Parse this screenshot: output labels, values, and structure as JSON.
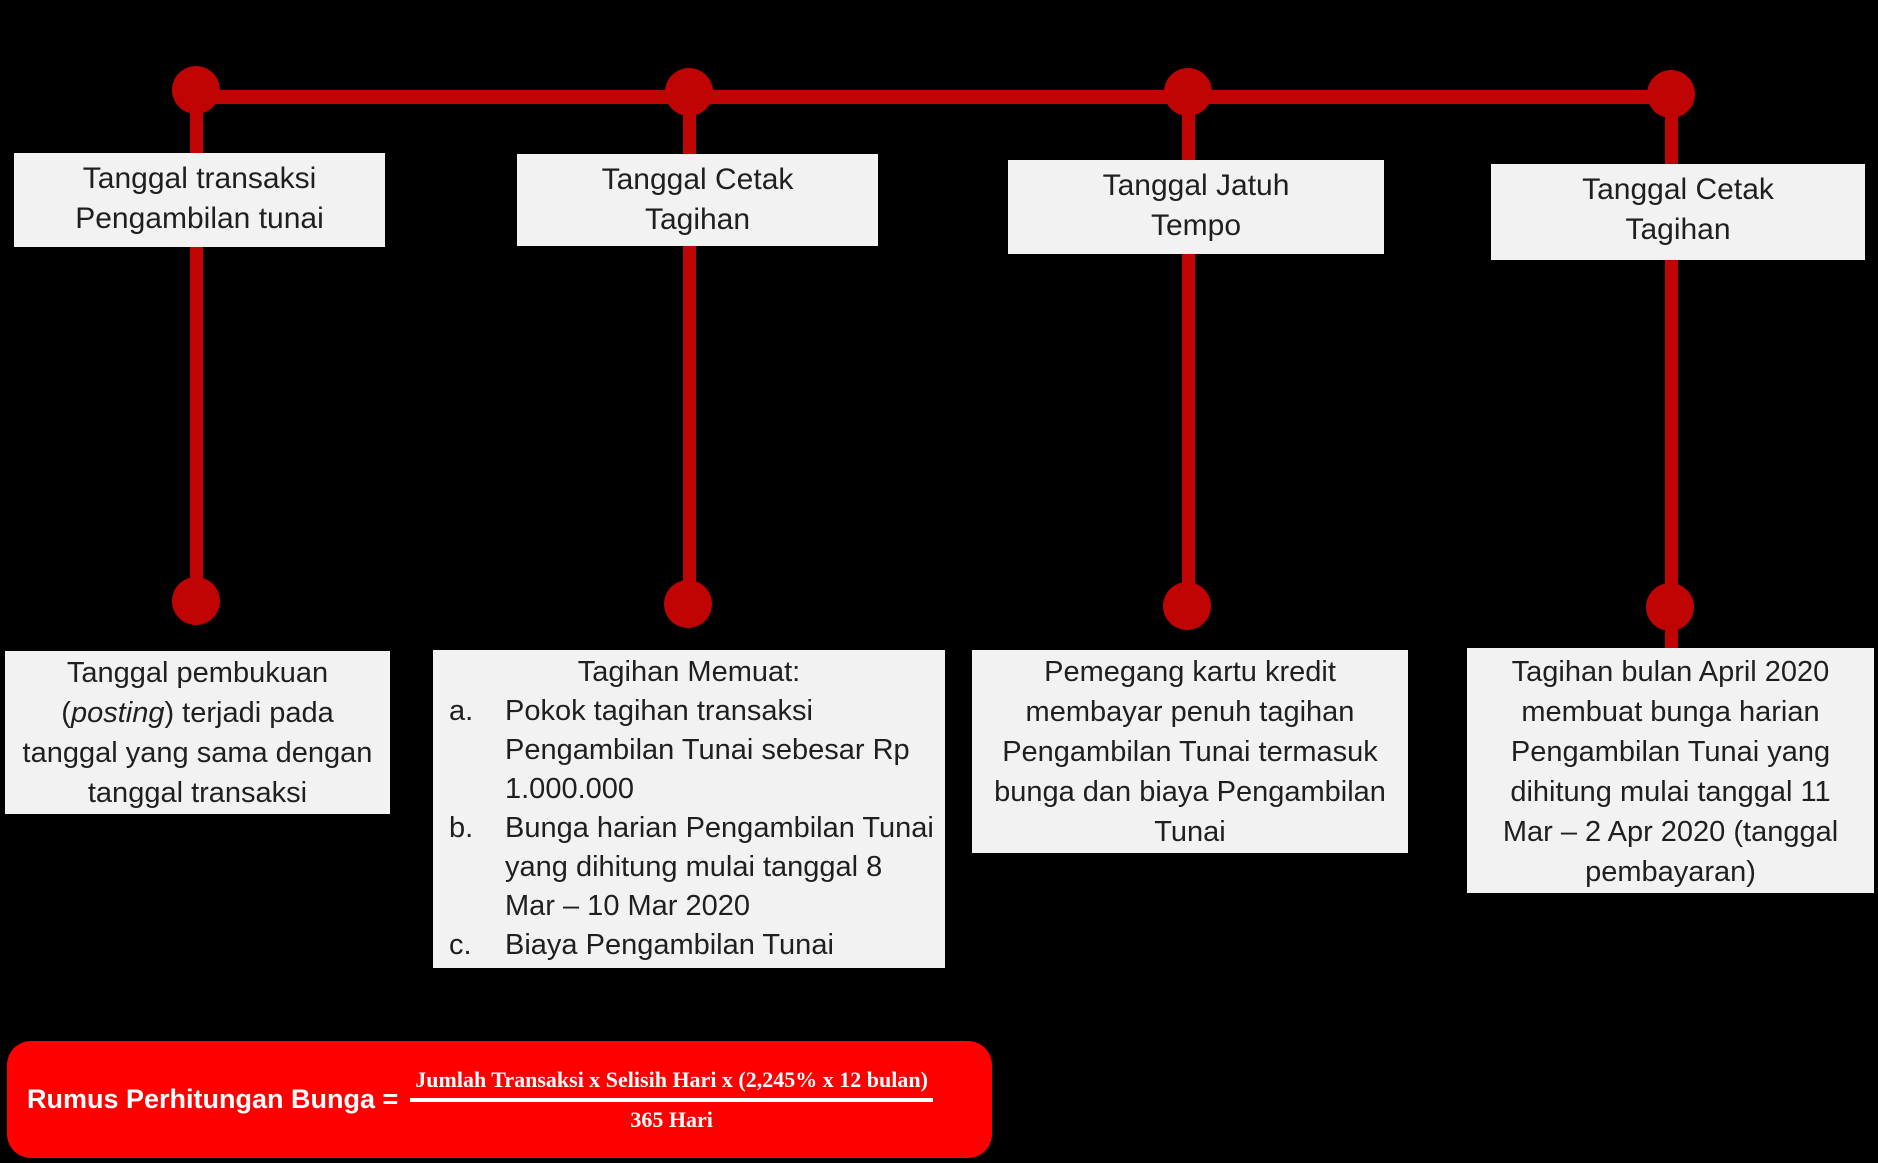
{
  "colors": {
    "background": "#000000",
    "timeline_red": "#c00404",
    "formula_red": "#fe0000",
    "box_bg": "#f2f2f2",
    "text": "#1f1f1f",
    "formula_text": "#ffffff"
  },
  "timeline": {
    "columns": [
      {
        "top_label_lines": [
          "Tanggal transaksi",
          "Pengambilan tunai"
        ],
        "detail": {
          "line1": "Tanggal pembukuan",
          "line2_open": "(",
          "line2_italic": "posting",
          "line2_rest": ") terjadi pada",
          "line3": "tanggal yang sama dengan",
          "line4": "tanggal transaksi"
        }
      },
      {
        "top_label_lines": [
          "Tanggal Cetak",
          "Tagihan"
        ],
        "detail": {
          "title": "Tagihan Memuat:",
          "items": [
            {
              "marker": "a.",
              "lines": [
                "Pokok tagihan transaksi",
                "Pengambilan Tunai sebesar Rp",
                "1.000.000"
              ]
            },
            {
              "marker": "b.",
              "lines": [
                "Bunga harian Pengambilan Tunai",
                "yang dihitung mulai tanggal 8",
                "Mar – 10 Mar 2020"
              ]
            },
            {
              "marker": "c.",
              "lines": [
                "Biaya Pengambilan Tunai"
              ]
            }
          ]
        }
      },
      {
        "top_label_lines": [
          "Tanggal Jatuh",
          "Tempo"
        ],
        "detail": {
          "lines": [
            "Pemegang kartu kredit",
            "membayar penuh tagihan",
            "Pengambilan Tunai termasuk",
            "bunga dan biaya Pengambilan",
            "Tunai"
          ]
        }
      },
      {
        "top_label_lines": [
          "Tanggal Cetak",
          "Tagihan"
        ],
        "detail": {
          "lines": [
            "Tagihan bulan April 2020",
            "membuat bunga harian",
            "Pengambilan Tunai yang",
            "dihitung mulai tanggal 11",
            "Mar – 2 Apr 2020 (tanggal",
            "pembayaran)"
          ]
        }
      }
    ]
  },
  "formula": {
    "label": "Rumus Perhitungan Bunga =",
    "numerator": "Jumlah Transaksi x Selisih Hari x (2,245% x 12 bulan)",
    "denominator": "365 Hari"
  }
}
